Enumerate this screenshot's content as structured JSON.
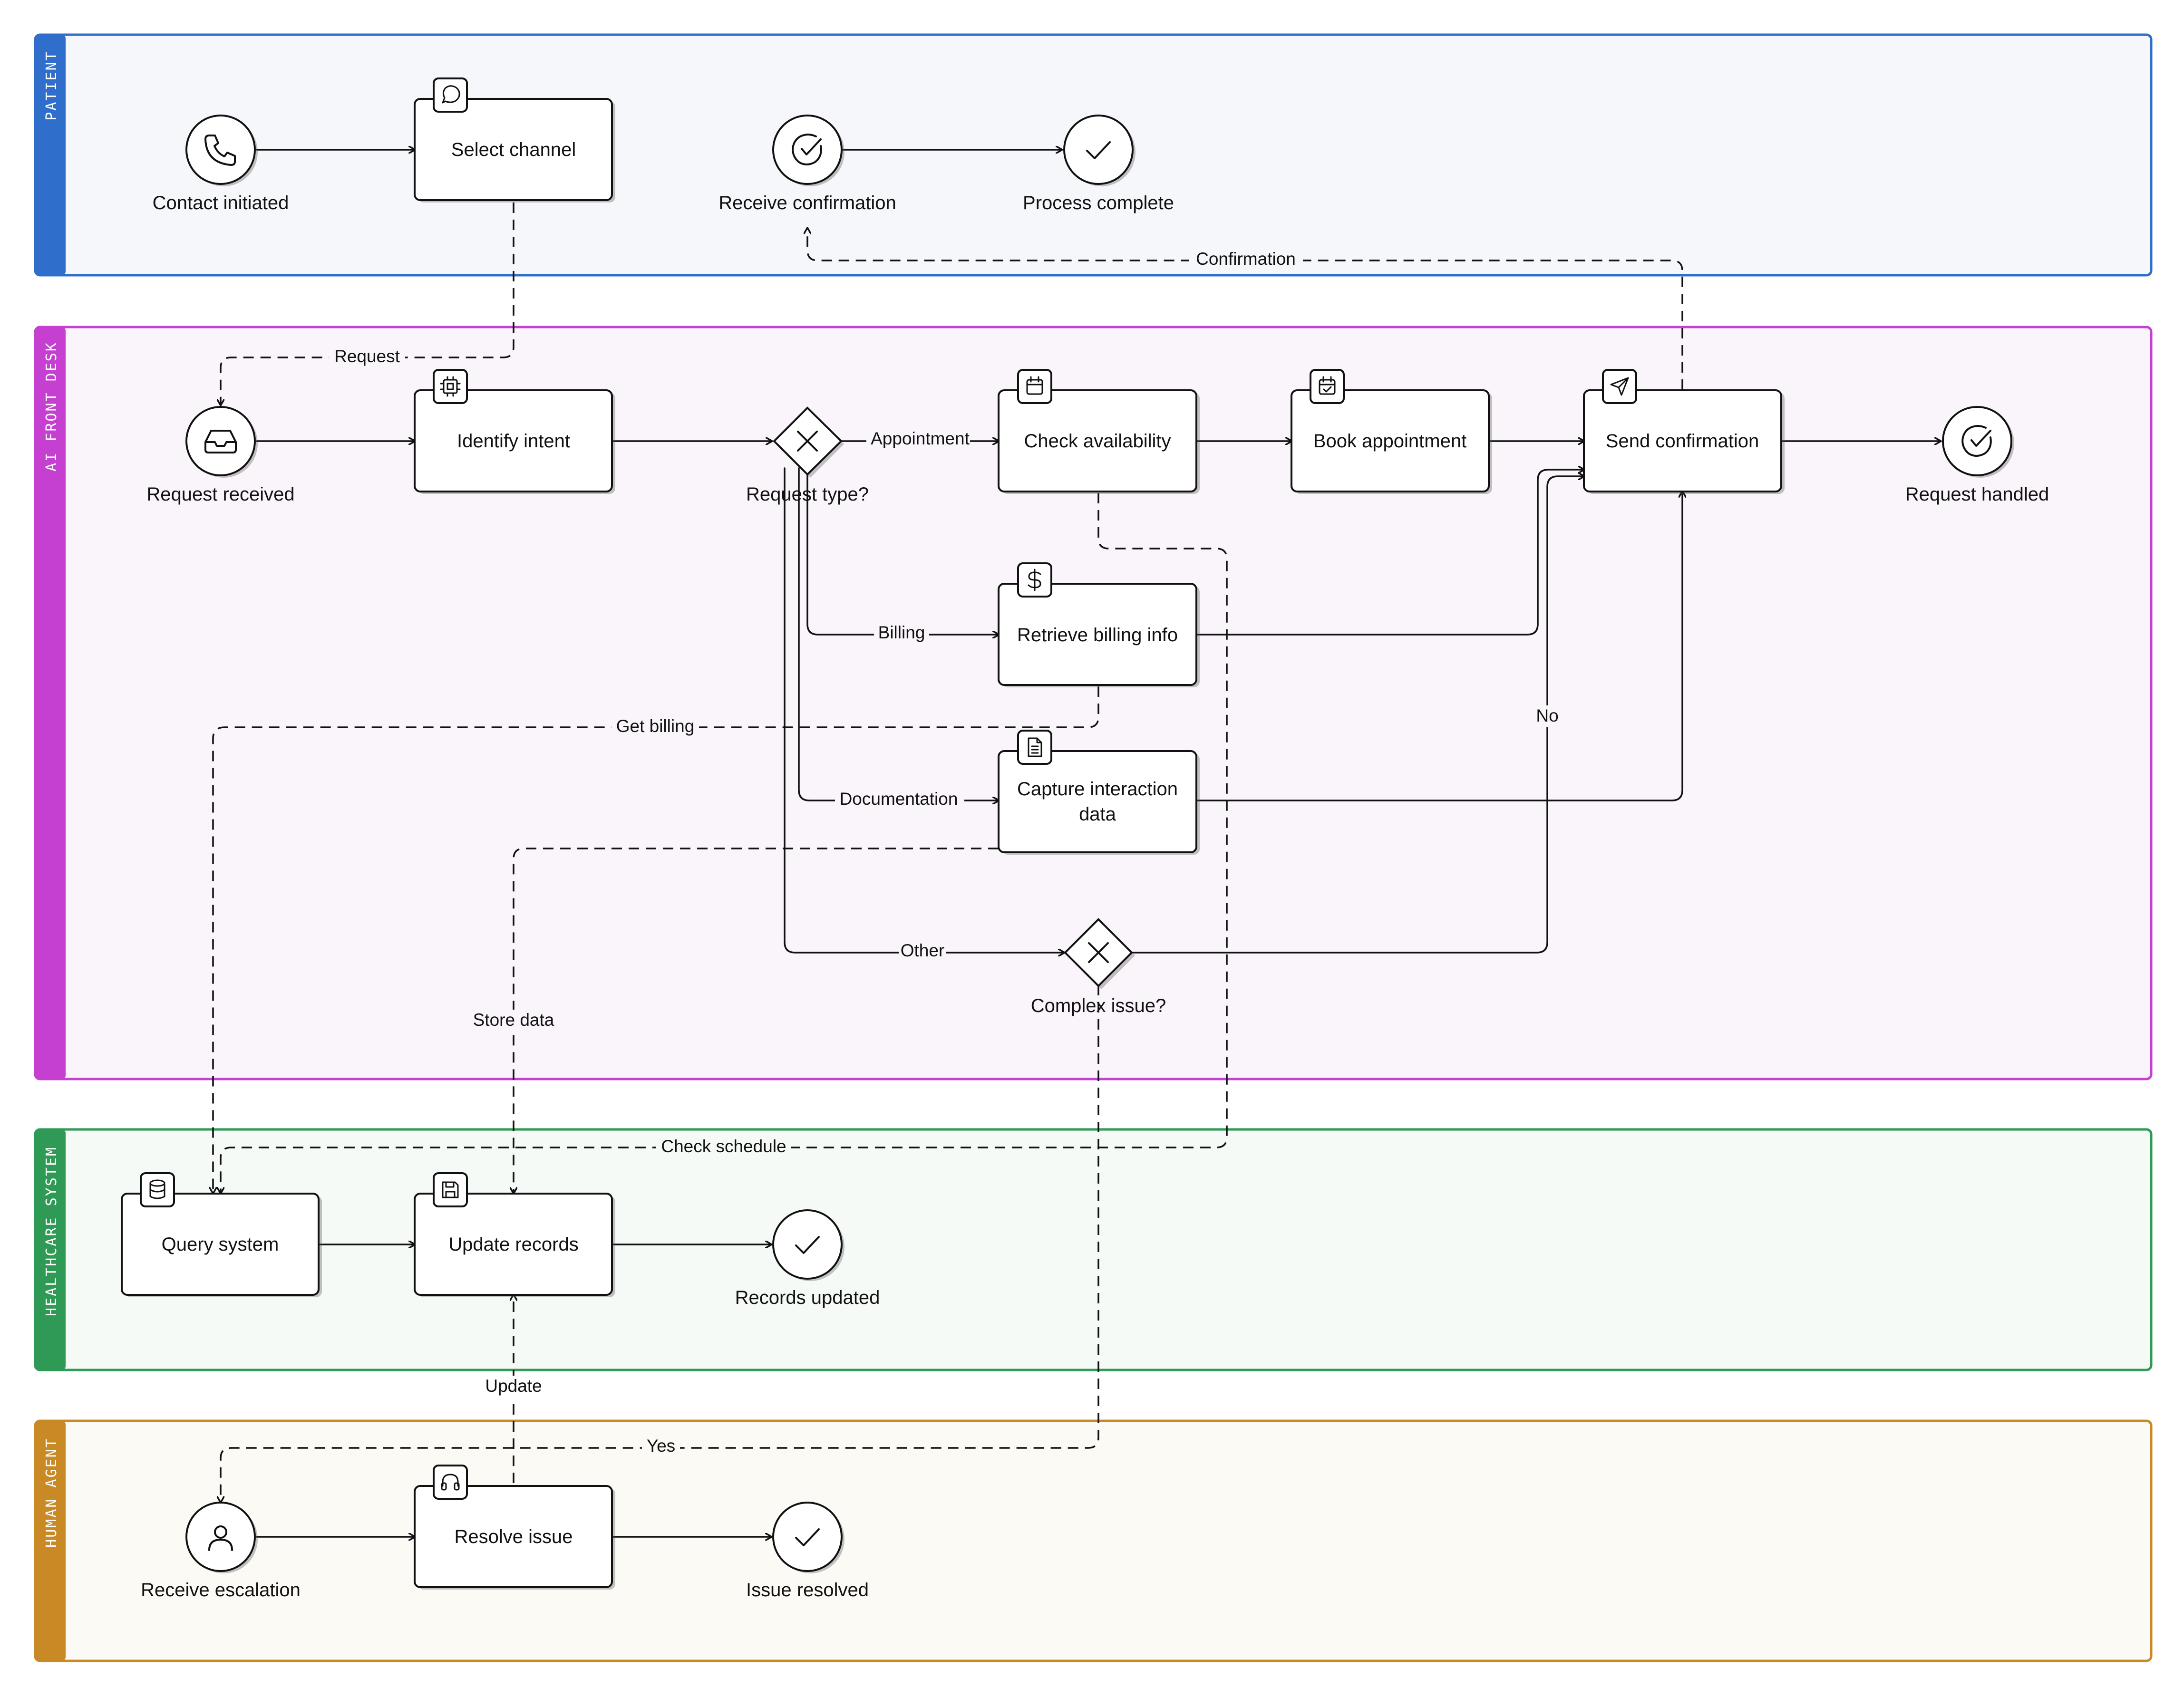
{
  "colors": {
    "patient": "#2f6fcb",
    "ai_front_desk": "#c53fd0",
    "healthcare_system": "#2f9a55",
    "human_agent": "#c98a26",
    "patient_fill": "#f6f7fb",
    "ai_fill": "#faf5fb",
    "healthcare_fill": "#f5faf7",
    "human_fill": "#fbfaf5",
    "ink": "#111111"
  },
  "lanes": {
    "patient": "PATIENT",
    "ai_front_desk": "AI FRONT DESK",
    "healthcare_system": "HEALTHCARE SYSTEM",
    "human_agent": "HUMAN AGENT"
  },
  "nodes": {
    "contact_initiated": {
      "label": "Contact initiated",
      "icon": "phone-icon"
    },
    "select_channel": {
      "label": "Select channel",
      "icon": "message-circle-icon"
    },
    "receive_confirmation": {
      "label": "Receive confirmation",
      "icon": "check-circle-icon"
    },
    "process_complete": {
      "label": "Process complete",
      "icon": "check-icon"
    },
    "request_received": {
      "label": "Request received",
      "icon": "inbox-icon"
    },
    "identify_intent": {
      "label": "Identify intent",
      "icon": "cpu-icon"
    },
    "request_type": {
      "label": "Request type?",
      "icon": "x-icon"
    },
    "check_availability": {
      "label": "Check availability",
      "icon": "calendar-icon"
    },
    "book_appointment": {
      "label": "Book appointment",
      "icon": "calendar-check-icon"
    },
    "send_confirmation": {
      "label": "Send confirmation",
      "icon": "send-icon"
    },
    "request_handled": {
      "label": "Request handled",
      "icon": "check-circle-icon"
    },
    "retrieve_billing": {
      "label": "Retrieve billing info",
      "icon": "dollar-icon"
    },
    "capture_data": {
      "label_line1": "Capture interaction",
      "label_line2": "data",
      "icon": "file-text-icon"
    },
    "complex_issue": {
      "label": "Complex issue?",
      "icon": "x-icon"
    },
    "query_system": {
      "label": "Query system",
      "icon": "database-icon"
    },
    "update_records": {
      "label": "Update records",
      "icon": "save-icon"
    },
    "records_updated": {
      "label": "Records updated",
      "icon": "check-icon"
    },
    "receive_escalation": {
      "label": "Receive escalation",
      "icon": "user-icon"
    },
    "resolve_issue": {
      "label": "Resolve issue",
      "icon": "headphones-icon"
    },
    "issue_resolved": {
      "label": "Issue resolved",
      "icon": "check-icon"
    }
  },
  "edges": {
    "request": "Request",
    "confirmation": "Confirmation",
    "appointment": "Appointment",
    "billing": "Billing",
    "documentation": "Documentation",
    "other": "Other",
    "no": "No",
    "yes": "Yes",
    "get_billing": "Get billing",
    "store_data": "Store data",
    "check_schedule": "Check schedule",
    "update": "Update"
  }
}
